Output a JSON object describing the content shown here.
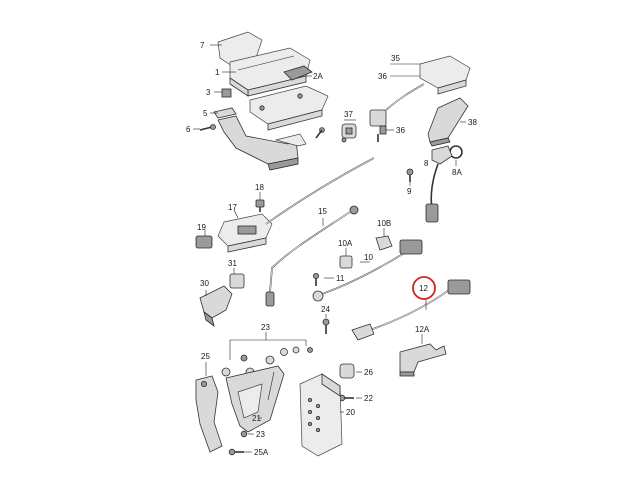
{
  "diagram": {
    "highlight_color": "#d21f1f",
    "line_color": "#222222",
    "part_fill": "#d9d9d9",
    "callouts": {
      "c1": "1",
      "c2A": "2A",
      "c3": "3",
      "c5": "5",
      "c6": "6",
      "c7": "7",
      "c8": "8",
      "c8A": "8A",
      "c9": "9",
      "c10": "10",
      "c10A": "10A",
      "c10B": "10B",
      "c11": "11",
      "c12": "12",
      "c12A": "12A",
      "c15": "15",
      "c17": "17",
      "c18": "18",
      "c19": "19",
      "c20": "20",
      "c21": "21",
      "c22": "22",
      "c23a": "23",
      "c23b": "23",
      "c24": "24",
      "c25": "25",
      "c25A": "25A",
      "c26": "26",
      "c30": "30",
      "c31": "31",
      "c35": "35",
      "c36a": "36",
      "c36b": "36",
      "c37": "37",
      "c38": "38"
    }
  }
}
